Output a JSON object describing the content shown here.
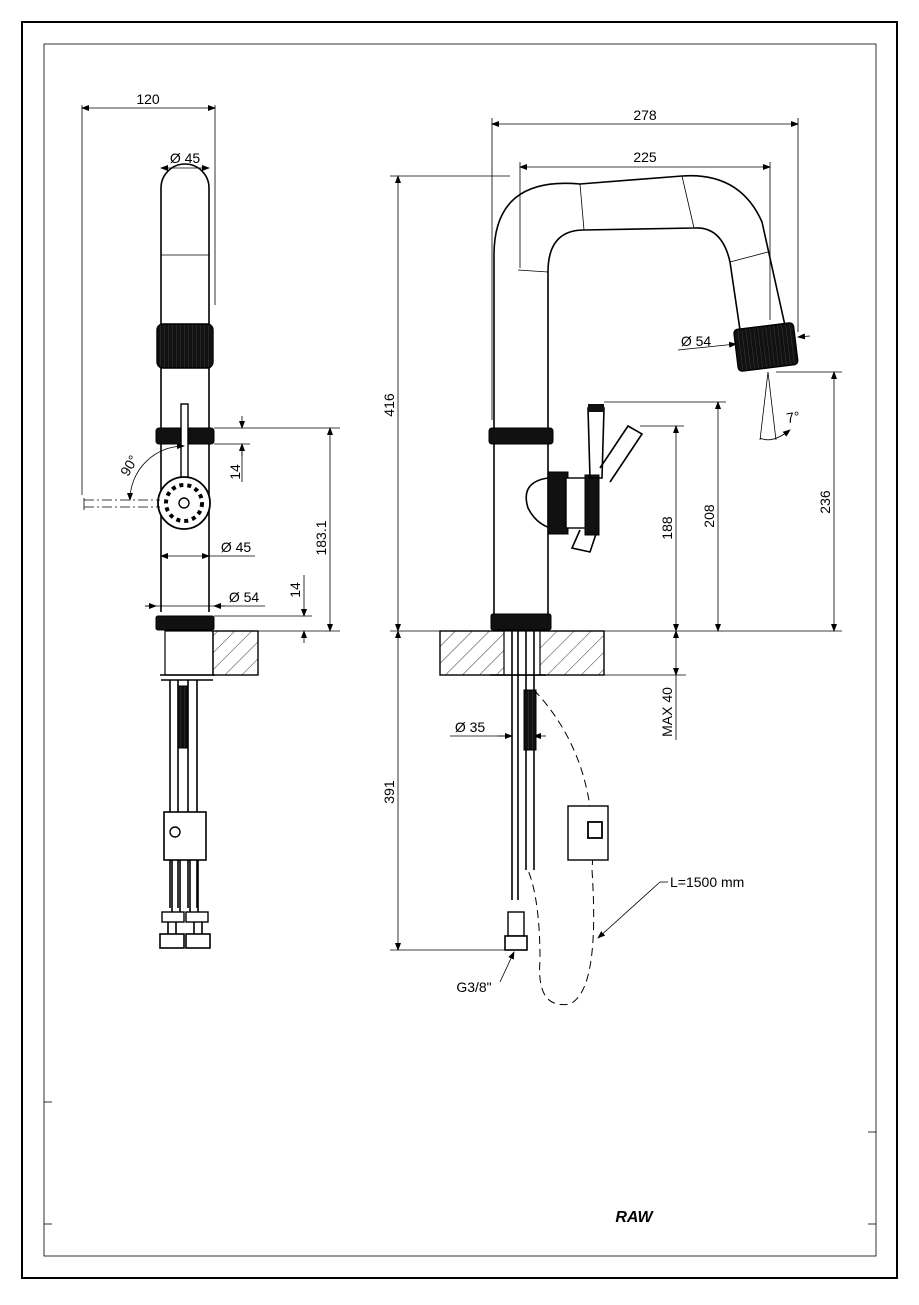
{
  "drawing": {
    "brand": "RAW",
    "side_view": {
      "width": "120",
      "spout_diameter": "Ø 45",
      "rotation_angle": "90°",
      "handle_offset": "14",
      "body_diameter": "Ø 45",
      "base_diameter": "Ø 54",
      "base_ring": "14",
      "handle_height": "183.1"
    },
    "front_view": {
      "overall_reach": "278",
      "spout_reach": "225",
      "total_height": "416",
      "aerator_diameter": "Ø 54",
      "aerator_angle": "7°",
      "lever_height_low": "188",
      "lever_height_high": "208",
      "spout_outlet_height": "236",
      "max_deck_thickness": "MAX 40",
      "shank_diameter": "Ø 35",
      "below_deck_length": "391",
      "thread": "G3/8\"",
      "hose_length": "L=1500 mm"
    }
  }
}
